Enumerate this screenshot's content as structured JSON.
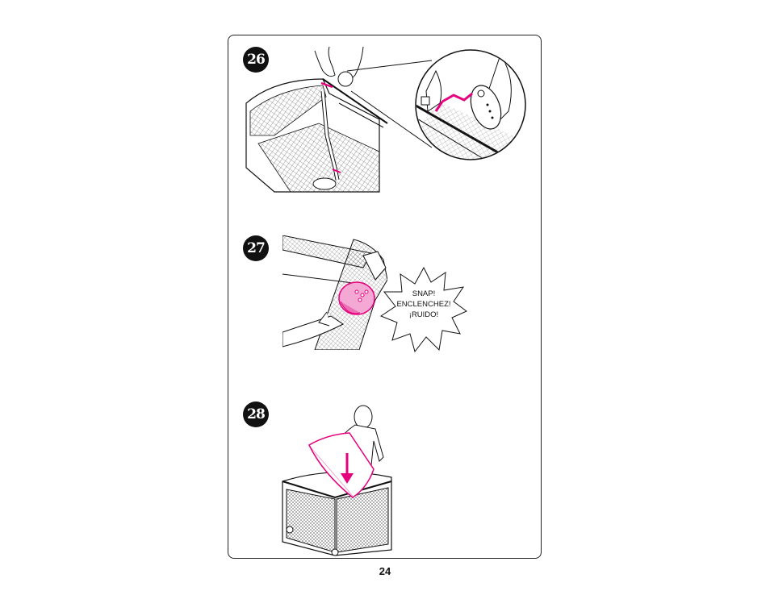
{
  "page": {
    "number": "24"
  },
  "steps": [
    {
      "number": "26"
    },
    {
      "number": "27",
      "callout": [
        "SNAP!",
        "ENCLENCHEZ!",
        "¡RUIDO!"
      ]
    },
    {
      "number": "28"
    }
  ],
  "colors": {
    "accent": "#e6007e",
    "ink": "#111111",
    "frame": "#222222"
  }
}
